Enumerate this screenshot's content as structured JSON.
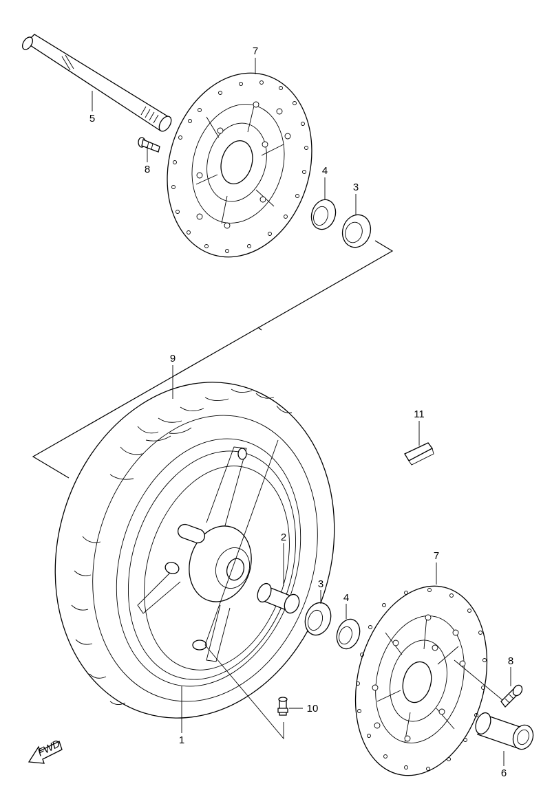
{
  "diagram": {
    "callouts": {
      "c1": "1",
      "c2": "2",
      "c3a": "3",
      "c3b": "3",
      "c4a": "4",
      "c4b": "4",
      "c5": "5",
      "c6": "6",
      "c7a": "7",
      "c7b": "7",
      "c8a": "8",
      "c8b": "8",
      "c9": "9",
      "c10": "10",
      "c11": "11"
    },
    "fwd_label": "FWD"
  }
}
